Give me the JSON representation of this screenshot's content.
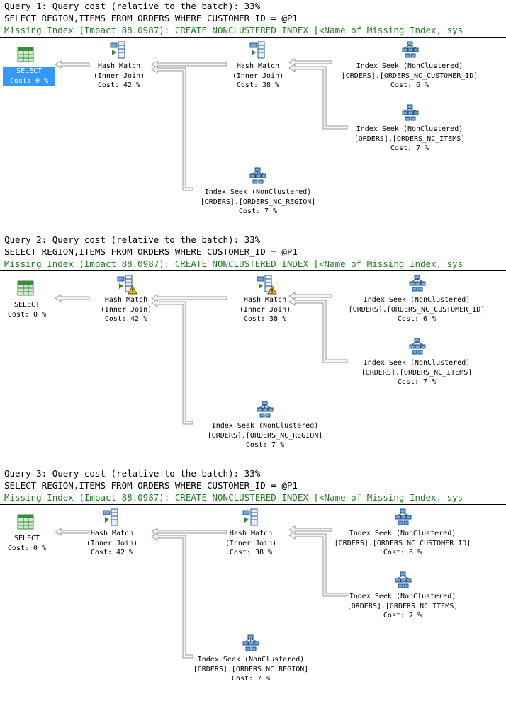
{
  "queries": [
    {
      "header": "Query 1: Query cost (relative to the batch): 33%",
      "sql": "SELECT REGION,ITEMS FROM ORDERS WHERE CUSTOMER_ID = @P1",
      "missing": "Missing Index (Impact 88.0987): CREATE NONCLUSTERED INDEX [<Name of Missing Index, sys",
      "select": {
        "l1": "SELECT",
        "l2": "Cost: 0 %"
      },
      "hm1": {
        "l1": "Hash Match",
        "l2": "(Inner Join)",
        "l3": "Cost: 42 %"
      },
      "hm2": {
        "l1": "Hash Match",
        "l2": "(Inner Join)",
        "l3": "Cost: 38 %"
      },
      "is_cust": {
        "l1": "Index Seek (NonClustered)",
        "l2": "[ORDERS].[ORDERS_NC_CUSTOMER_ID]",
        "l3": "Cost: 6 %"
      },
      "is_items": {
        "l1": "Index Seek (NonClustered)",
        "l2": "[ORDERS].[ORDERS_NC_ITEMS]",
        "l3": "Cost: 7 %"
      },
      "is_region": {
        "l1": "Index Seek (NonClustered)",
        "l2": "[ORDERS].[ORDERS_NC_REGION]",
        "l3": "Cost: 7 %"
      }
    },
    {
      "header": "Query 2: Query cost (relative to the batch): 33%",
      "sql": "SELECT REGION,ITEMS FROM ORDERS WHERE CUSTOMER_ID = @P1",
      "missing": "Missing Index (Impact 88.0987): CREATE NONCLUSTERED INDEX [<Name of Missing Index, sys",
      "select": {
        "l1": "SELECT",
        "l2": "Cost: 0 %"
      },
      "hm1": {
        "l1": "Hash Match",
        "l2": "(Inner Join)",
        "l3": "Cost: 42 %"
      },
      "hm2": {
        "l1": "Hash Match",
        "l2": "(Inner Join)",
        "l3": "Cost: 38 %"
      },
      "is_cust": {
        "l1": "Index Seek (NonClustered)",
        "l2": "[ORDERS].[ORDERS_NC_CUSTOMER_ID]",
        "l3": "Cost: 6 %"
      },
      "is_items": {
        "l1": "Index Seek (NonClustered)",
        "l2": "[ORDERS].[ORDERS_NC_ITEMS]",
        "l3": "Cost: 7 %"
      },
      "is_region": {
        "l1": "Index Seek (NonClustered)",
        "l2": "[ORDERS].[ORDERS_NC_REGION]",
        "l3": "Cost: 7 %"
      }
    },
    {
      "header": "Query 3: Query cost (relative to the batch): 33%",
      "sql": "SELECT REGION,ITEMS FROM ORDERS WHERE CUSTOMER_ID = @P1",
      "missing": "Missing Index (Impact 88.0987): CREATE NONCLUSTERED INDEX [<Name of Missing Index, sys",
      "select": {
        "l1": "SELECT",
        "l2": "Cost: 0 %"
      },
      "hm1": {
        "l1": "Hash Match",
        "l2": "(Inner Join)",
        "l3": "Cost: 42 %"
      },
      "hm2": {
        "l1": "Hash Match",
        "l2": "(Inner Join)",
        "l3": "Cost: 38 %"
      },
      "is_cust": {
        "l1": "Index Seek (NonClustered)",
        "l2": "[ORDERS].[ORDERS_NC_CUSTOMER_ID]",
        "l3": "Cost: 6 %"
      },
      "is_items": {
        "l1": "Index Seek (NonClustered)",
        "l2": "[ORDERS].[ORDERS_NC_ITEMS]",
        "l3": "Cost: 7 %"
      },
      "is_region": {
        "l1": "Index Seek (NonClustered)",
        "l2": "[ORDERS].[ORDERS_NC_REGION]",
        "l3": "Cost: 7 %"
      }
    }
  ],
  "colors": {
    "missing_index_text": "#1f7a1f",
    "selected_node": "#3399ff",
    "warning": "#f2c200"
  },
  "icons": {
    "select": "select-table-icon",
    "hash_match": "hash-match-icon",
    "index_seek": "index-seek-icon",
    "warning": "warning-icon"
  }
}
